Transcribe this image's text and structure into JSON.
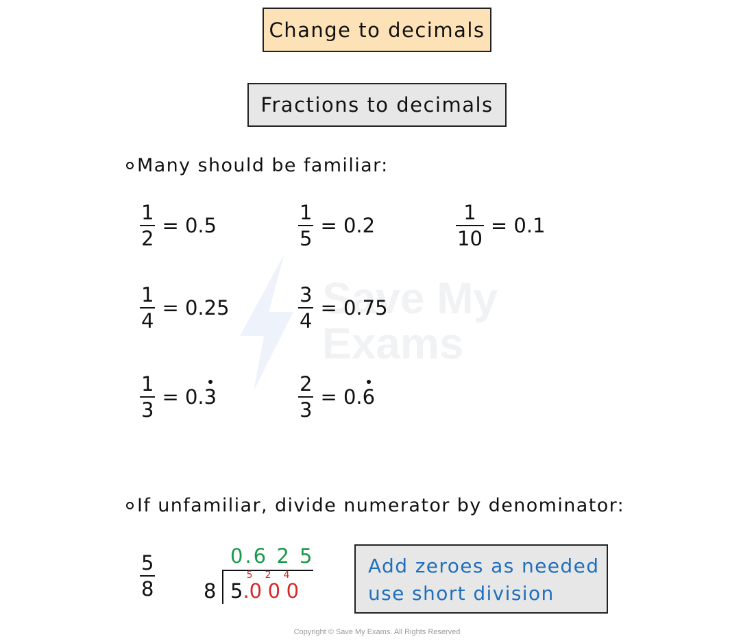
{
  "title": "Change to decimals",
  "subtitle": "Fractions to decimals",
  "bullet1": "Many should be familiar:",
  "fractions": [
    {
      "num": "1",
      "den": "2",
      "rhs": "= 0.5"
    },
    {
      "num": "1",
      "den": "5",
      "rhs": "= 0.2"
    },
    {
      "num": "1",
      "den": "10",
      "rhs": "= 0.1"
    },
    {
      "num": "1",
      "den": "4",
      "rhs": "= 0.25"
    },
    {
      "num": "3",
      "den": "4",
      "rhs": "= 0.75"
    },
    {
      "num": "1",
      "den": "3",
      "rhs_prefix": "= 0.",
      "rhs_recur": "3"
    },
    {
      "num": "2",
      "den": "3",
      "rhs_prefix": "= 0.",
      "rhs_recur": "6"
    }
  ],
  "bullet2": "If unfamiliar, divide numerator by denominator:",
  "example": {
    "num": "5",
    "den": "8"
  },
  "division": {
    "quotient": "0.6 2 5",
    "divisor": "8",
    "dividend_first": "5",
    "decimal_point": ".",
    "zeros": [
      "0",
      "0",
      "0"
    ],
    "carries": [
      "5",
      "2",
      "4"
    ]
  },
  "note": {
    "line1": "Add zeroes as needed",
    "line2": "use short division"
  },
  "watermark": {
    "line1": "Save My",
    "line2": "Exams"
  },
  "copyright": "Copyright © Save My Exams. All Rights Reserved",
  "colors": {
    "title_bg": "#fde2b8",
    "subtitle_bg": "#e7e7e7",
    "quotient": "#1a9a4b",
    "carry": "#d42a2a",
    "note_text": "#1f6fbd"
  }
}
